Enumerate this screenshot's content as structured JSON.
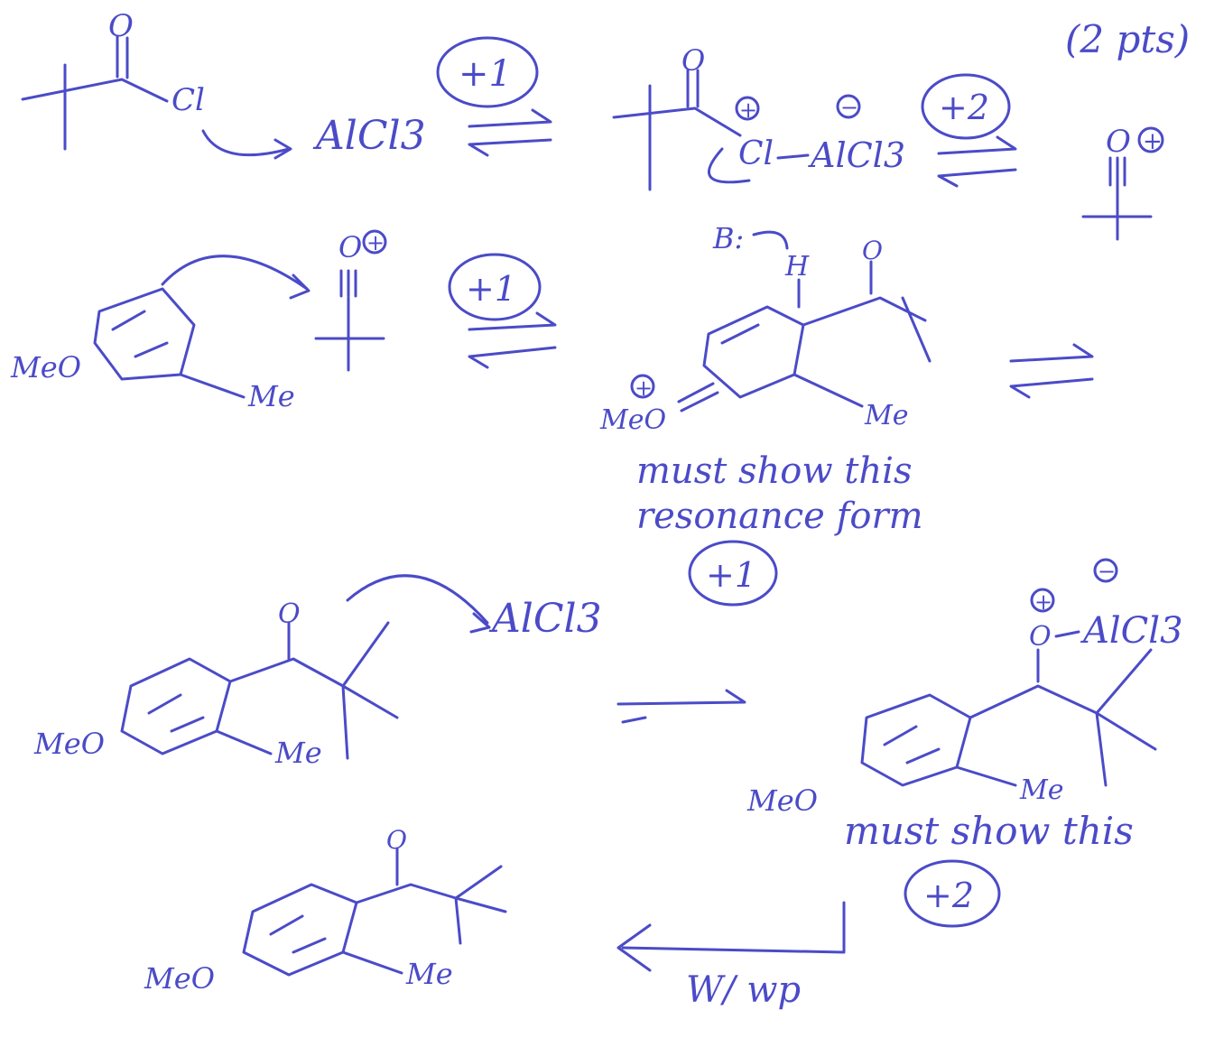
{
  "points_header": "(2 pts)",
  "reagent_alcl3": "AlCl3",
  "atom_cl": "Cl",
  "atom_o": "O",
  "group_me": "Me",
  "group_meo": "MeO",
  "base_label": "B:",
  "hydrogen_label": "H",
  "plus_sign": "+",
  "minus_sign": "−",
  "score_plus1": "+1",
  "score_plus2": "+2",
  "note_resonance_line1": "must show this",
  "note_resonance_line2": "resonance form",
  "note_must_show": "must show this",
  "workup_label": "W/ wp",
  "ink_color": "#4b4bc8"
}
